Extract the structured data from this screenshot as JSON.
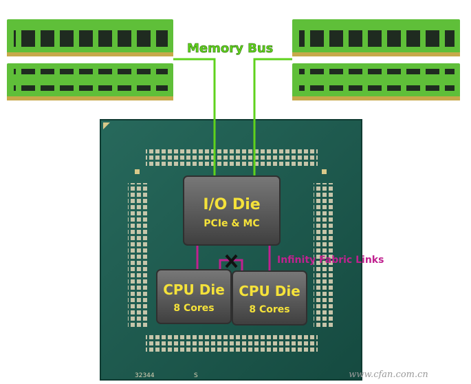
{
  "labels": {
    "memory_bus": "Memory Bus",
    "infinity_fabric": "Infinity Fabric Links",
    "io_die_title": "I/O Die",
    "io_die_sub": "PCIe & MC",
    "cpu_die_left_title": "CPU Die",
    "cpu_die_left_sub": "8 Cores",
    "cpu_die_right_title": "CPU Die",
    "cpu_die_right_sub": "8 Cores",
    "package_code": "32344",
    "package_mark": "S",
    "watermark": "www.cfan.com.cn"
  },
  "colors": {
    "memory_bus_line": "#5fd21c",
    "memory_bus_text": "#5fd21c",
    "infinity_fabric_line": "#c0218f",
    "infinity_fabric_text": "#c0218f",
    "die_text": "#f5e23a",
    "ram_pcb": "#5fbf39",
    "ram_chip": "#1e2a1e",
    "ram_contacts": "#c7a94a",
    "package_substrate": "#1d5a4e",
    "die_fill": "#5d5d5d"
  }
}
